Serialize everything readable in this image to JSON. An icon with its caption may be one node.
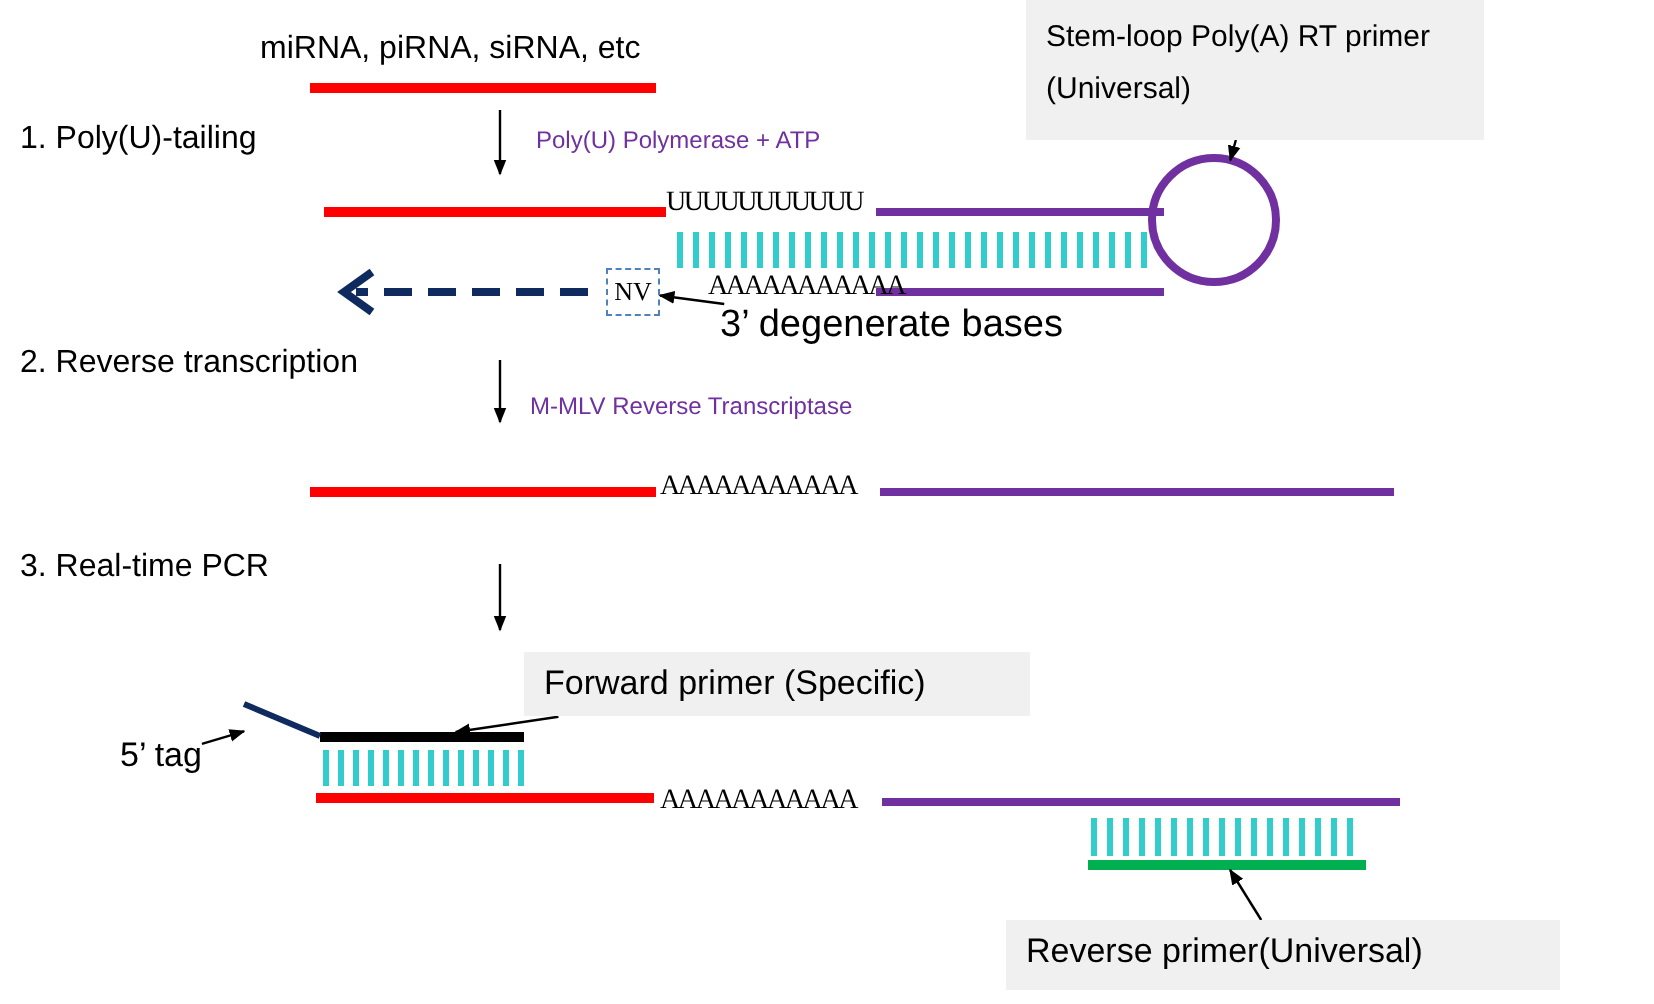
{
  "diagram": {
    "nodes": [
      {
        "text": [
          "Stem-loop Poly(A) RT primer (Universal)"
        ]
      },
      {
        "text": [],
        "shape": "circle"
      },
      {
        "text": [
          "3’ degenerate bases"
        ]
      },
      {
        "text": [
          "NV"
        ]
      },
      {
        "text": [
          "Forward primer (Specific)"
        ]
      },
      {
        "text": [],
        "shape": "bar"
      },
      {
        "text": [
          "5’ tag"
        ]
      },
      {
        "text": [],
        "shape": "line"
      },
      {
        "text": [
          "Reverse primer(Universal)"
        ]
      },
      {
        "text": [],
        "shape": "bar"
      }
    ],
    "edges": [
      {
        "from": 0,
        "to": 1,
        "arrow": "to"
      },
      {
        "from": 2,
        "to": 3,
        "arrow": "to"
      },
      {
        "from": 4,
        "to": 5,
        "arrow": "to"
      },
      {
        "from": 6,
        "to": 7,
        "arrow": "to"
      },
      {
        "from": 8,
        "to": 9,
        "arrow": "to"
      }
    ],
    "labels": [
      "miRNA, piRNA, siRNA, etc",
      "1. Poly(U)-tailing",
      "Poly(U) Polymerase + ATP",
      "UUUUUUUUUUU",
      "AAAAAAAAAAA",
      "2. Reverse transcription",
      "M-MLV Reverse Transcriptase",
      "AAAAAAAAAAA",
      "3. Real-time PCR",
      "AAAAAAAAAAA"
    ]
  }
}
